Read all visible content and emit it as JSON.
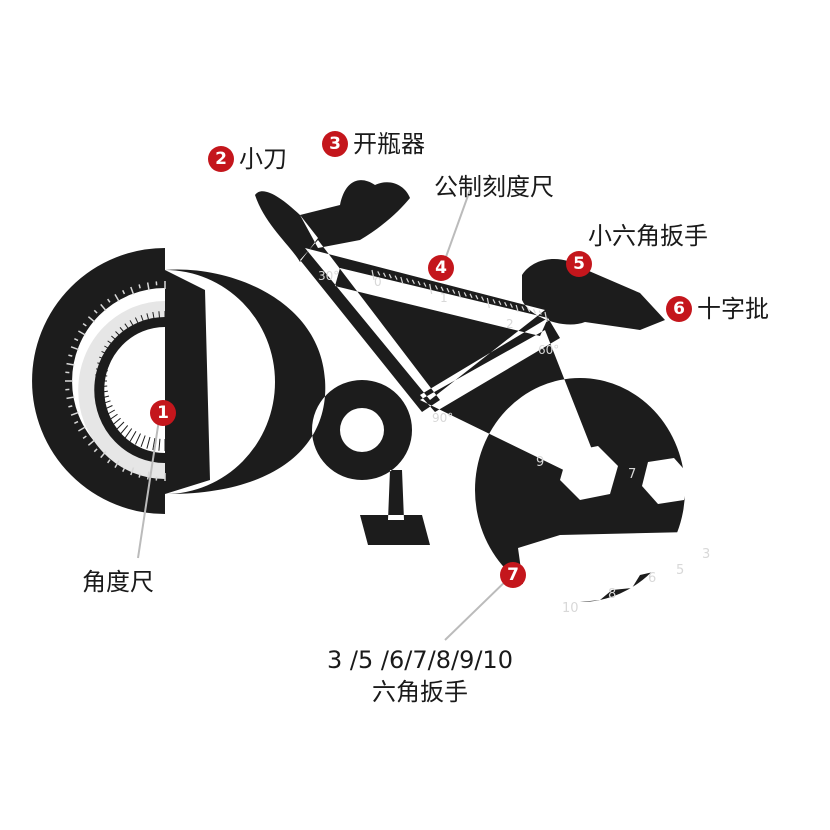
{
  "callouts": [
    {
      "number": "1",
      "label": ""
    },
    {
      "number": "2",
      "label": "小刀"
    },
    {
      "number": "3",
      "label": "开瓶器"
    },
    {
      "number": "4",
      "label": ""
    },
    {
      "number": "5",
      "label": ""
    },
    {
      "number": "6",
      "label": "十字批"
    },
    {
      "number": "7",
      "label": ""
    }
  ],
  "labels": {
    "ruler": "公制刻度尺",
    "small_hex": "小六角扳手",
    "protractor": "角度尺",
    "wrench_sizes": "3 /5 /6/7/8/9/10",
    "wrench_name": "六角扳手"
  },
  "engravings": {
    "angle_30": "30°",
    "angle_60": "60°",
    "angle_90": "90°",
    "ruler_0": "0",
    "ruler_1": "1",
    "ruler_2": "2",
    "hex_9": "9",
    "hex_7": "7",
    "key_3": "3",
    "key_5": "5",
    "key_6": "6",
    "key_8": "8",
    "key_10": "10"
  },
  "colors": {
    "tool_body": "#1c1c1c",
    "badge": "#c4161c",
    "engraving": "#d8d8d8",
    "background": "#ffffff"
  }
}
